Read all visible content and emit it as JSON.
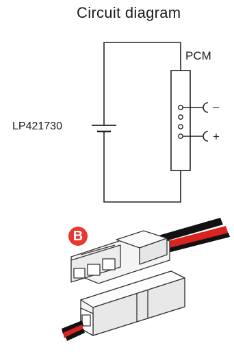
{
  "title": "Circuit diagram",
  "battery": {
    "label": "LP421730"
  },
  "pcm": {
    "label": "PCM"
  },
  "terminals": {
    "negative": "C-",
    "positive": "C+"
  },
  "connector": {
    "badge": "B",
    "badge_color": "#e8382f",
    "wire_colors": [
      "#111111",
      "#d8231f"
    ]
  }
}
